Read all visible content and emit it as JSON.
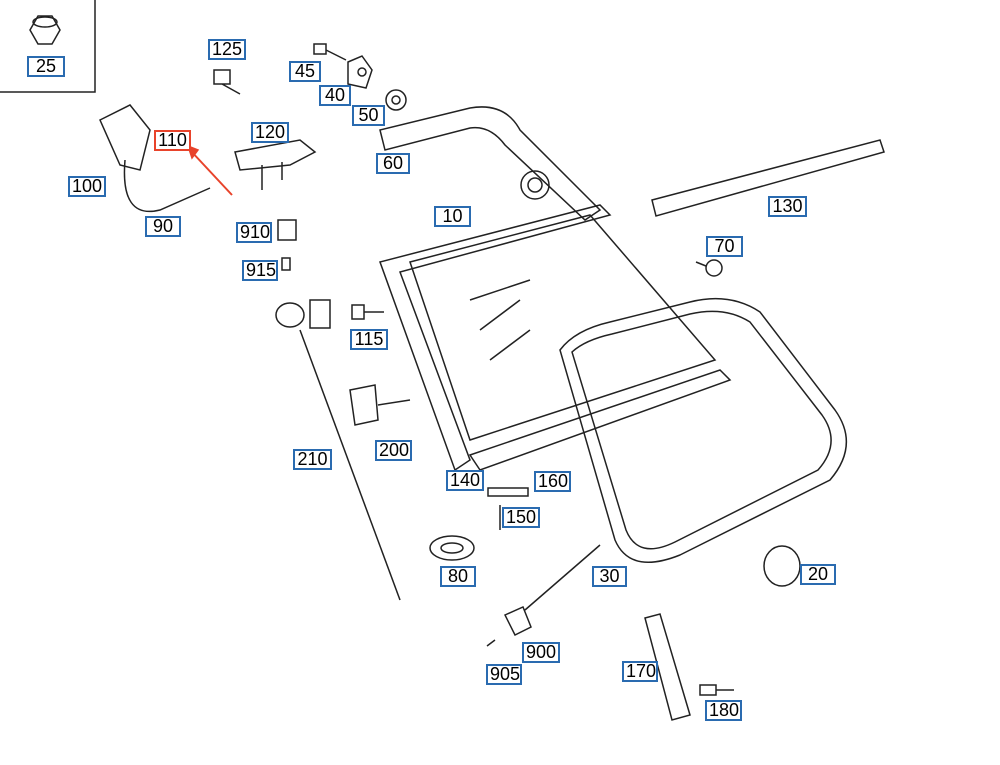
{
  "diagram": {
    "highlight_color": "#e8432b",
    "label_border_color": "#2a6bb0",
    "highlighted_part": "110",
    "parts": [
      {
        "id": "25"
      },
      {
        "id": "125"
      },
      {
        "id": "45"
      },
      {
        "id": "40"
      },
      {
        "id": "50"
      },
      {
        "id": "60"
      },
      {
        "id": "110"
      },
      {
        "id": "120"
      },
      {
        "id": "100"
      },
      {
        "id": "90"
      },
      {
        "id": "10"
      },
      {
        "id": "130"
      },
      {
        "id": "70"
      },
      {
        "id": "910"
      },
      {
        "id": "915"
      },
      {
        "id": "115"
      },
      {
        "id": "210"
      },
      {
        "id": "200"
      },
      {
        "id": "140"
      },
      {
        "id": "160"
      },
      {
        "id": "150"
      },
      {
        "id": "80"
      },
      {
        "id": "30"
      },
      {
        "id": "20"
      },
      {
        "id": "900"
      },
      {
        "id": "905"
      },
      {
        "id": "170"
      },
      {
        "id": "180"
      }
    ]
  }
}
